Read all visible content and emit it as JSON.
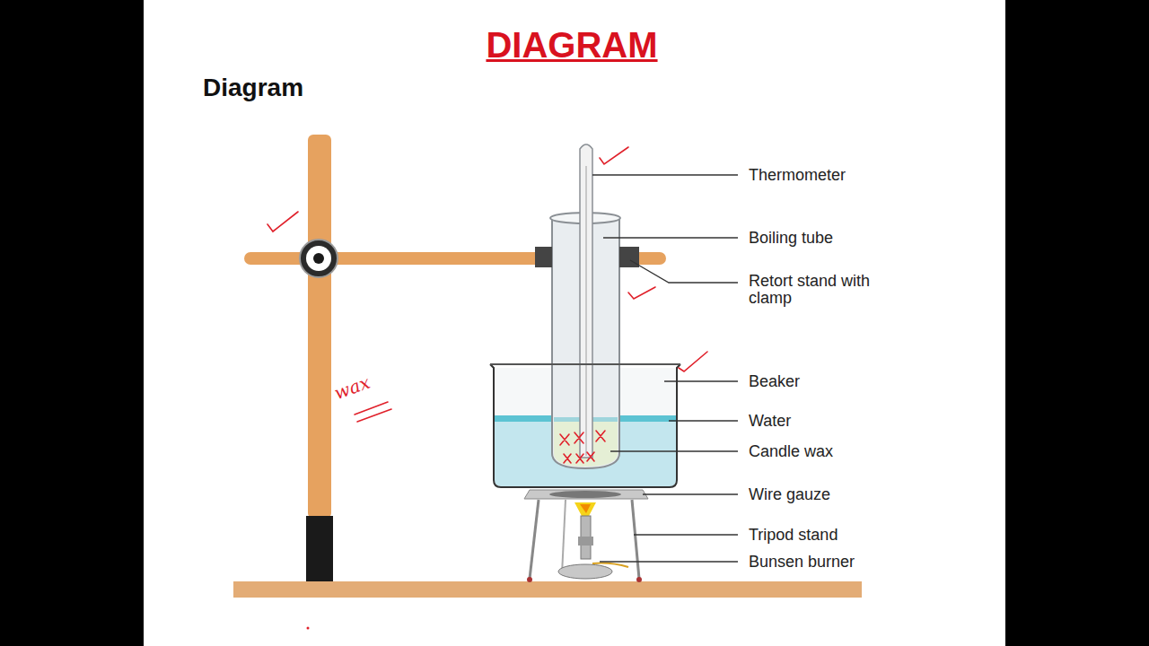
{
  "diagram": {
    "title": "DIAGRAM",
    "labels": [
      "Diagram",
      "Thermometer",
      "Boiling tube",
      "Retort stand with clamp",
      "Beaker",
      "Water",
      "Candle wax",
      "Wire gauze",
      "Tripod stand",
      "Bunsen burner",
      "wax"
    ]
  }
}
